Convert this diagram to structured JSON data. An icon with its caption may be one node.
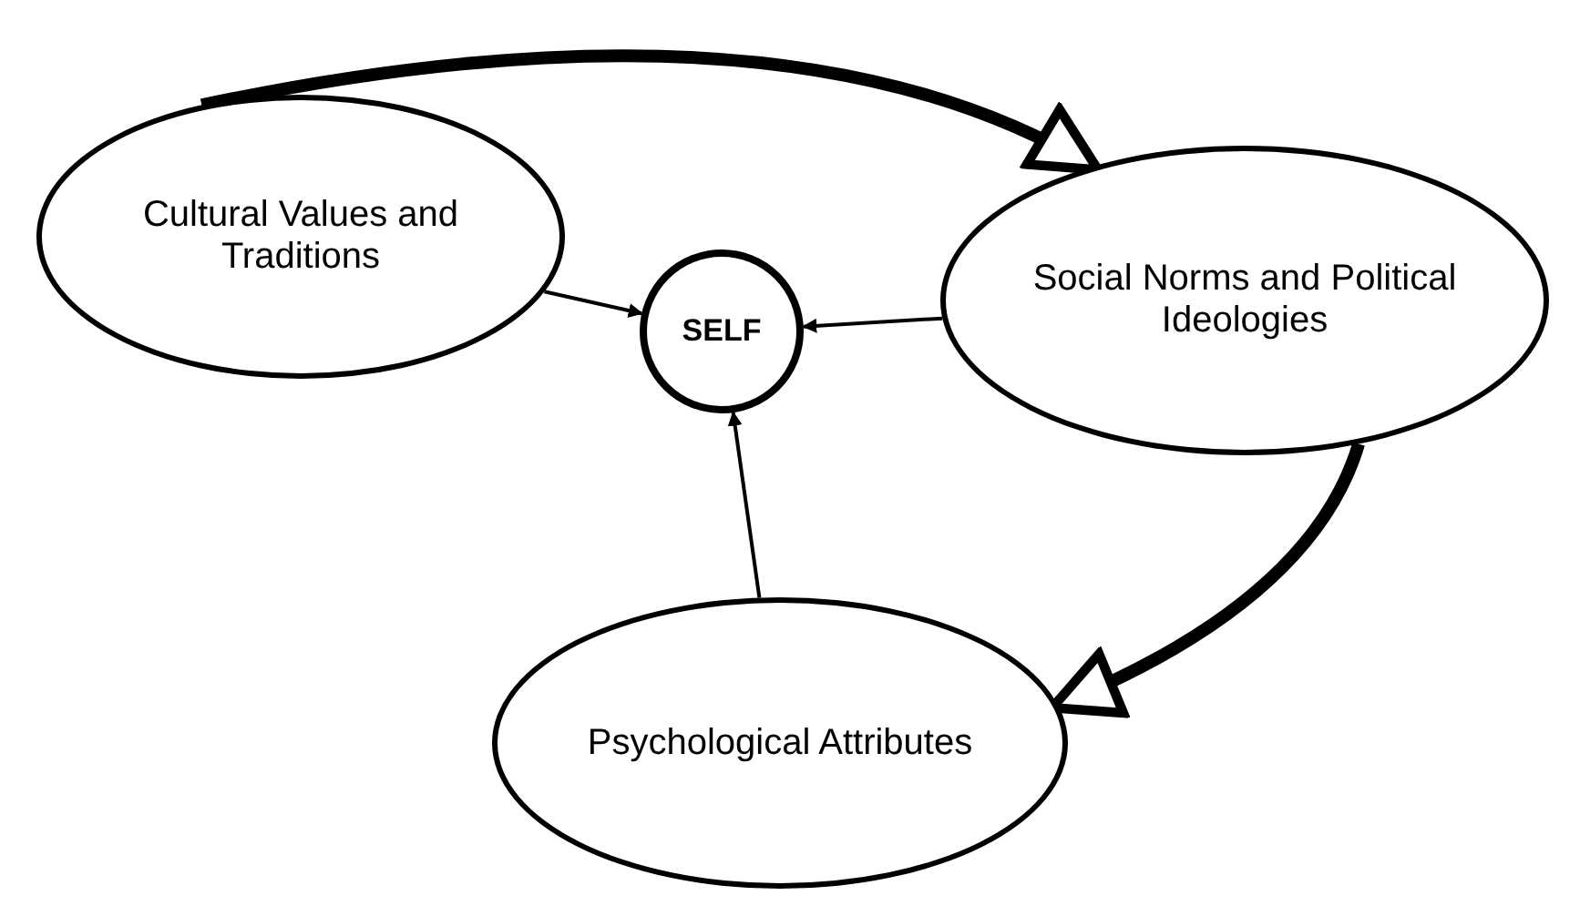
{
  "diagram": {
    "nodes": [
      {
        "text": [
          "Cultural Values and Traditions"
        ]
      },
      {
        "text": [
          "Social Norms and Political Ideologies"
        ]
      },
      {
        "text": [
          "SELF"
        ]
      },
      {
        "text": [
          "Psychological Attributes"
        ]
      }
    ],
    "edges": [
      {
        "from": 0,
        "to": 1,
        "arrow": "to",
        "style": "thick"
      },
      {
        "from": 0,
        "to": 2,
        "arrow": "to"
      },
      {
        "from": 1,
        "to": 2,
        "arrow": "to"
      },
      {
        "from": 1,
        "to": 3,
        "arrow": "to",
        "style": "thick"
      },
      {
        "from": 3,
        "to": 2,
        "arrow": "to"
      }
    ]
  }
}
